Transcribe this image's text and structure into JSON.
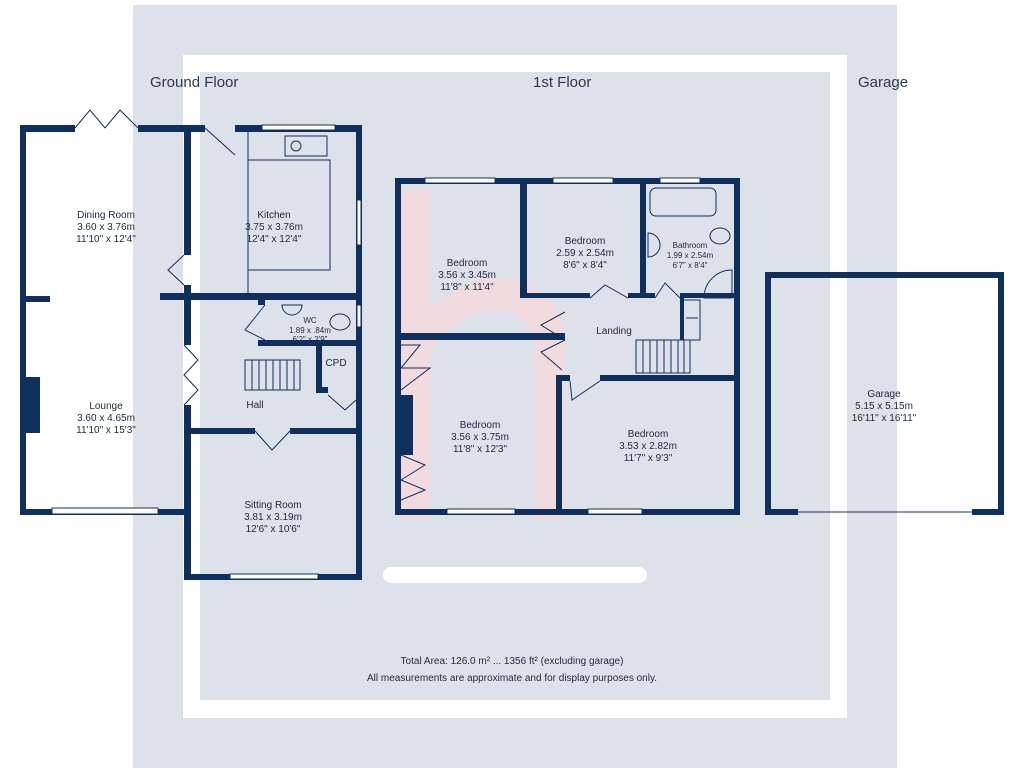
{
  "floors": {
    "ground": "Ground Floor",
    "first": "1st Floor",
    "garage": "Garage"
  },
  "rooms": {
    "dining": {
      "name": "Dining Room",
      "metric": "3.60 x 3.76m",
      "imperial": "11'10\" x 12'4\""
    },
    "kitchen": {
      "name": "Kitchen",
      "metric": "3.75 x 3.76m",
      "imperial": "12'4\" x 12'4\""
    },
    "wc": {
      "name": "WC",
      "metric": "1.89 x .84m",
      "imperial": "6'2\" x 2'9\""
    },
    "cpd": {
      "name": "CPD"
    },
    "hall": {
      "name": "Hall"
    },
    "lounge": {
      "name": "Lounge",
      "metric": "3.60 x 4.65m",
      "imperial": "11'10\" x 15'3\""
    },
    "sitting": {
      "name": "Sitting Room",
      "metric": "3.81 x 3.19m",
      "imperial": "12'6\" x 10'6\""
    },
    "bed1": {
      "name": "Bedroom",
      "metric": "3.56 x 3.45m",
      "imperial": "11'8\" x 11'4\""
    },
    "bed2": {
      "name": "Bedroom",
      "metric": "2.59 x 2.54m",
      "imperial": "8'6\" x 8'4\""
    },
    "bathroom": {
      "name": "Bathroom",
      "metric": "1.99 x 2.54m",
      "imperial": "6'7\" x 8'4\""
    },
    "landing": {
      "name": "Landing"
    },
    "bed3": {
      "name": "Bedroom",
      "metric": "3.56 x 3.75m",
      "imperial": "11'8\" x 12'3\""
    },
    "bed4": {
      "name": "Bedroom",
      "metric": "3.53 x 2.82m",
      "imperial": "11'7\" x 9'3\""
    },
    "garage": {
      "name": "Garage",
      "metric": "5.15 x 5.15m",
      "imperial": "16'11\" x 16'11\""
    }
  },
  "footer": {
    "total_area": "Total Area: 126.0 m² ... 1356 ft² (excluding garage)",
    "disclaimer": "All measurements are approximate and for display purposes only."
  },
  "colors": {
    "wall": "#0f2f5c",
    "watermark_bg": "#dce1ea",
    "watermark_h": "#f6d9dc"
  }
}
